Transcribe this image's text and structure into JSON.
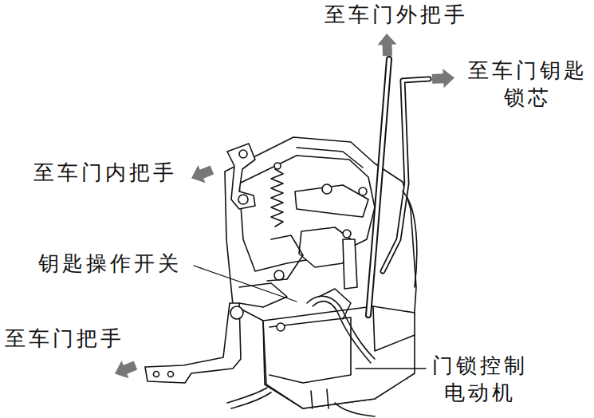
{
  "diagram": {
    "labels": [
      "至车门外把手",
      "至车门钥匙 锁芯",
      "至车门内把手",
      "钥匙操作开关",
      "至车门把手",
      "门锁控制 电动机"
    ]
  }
}
